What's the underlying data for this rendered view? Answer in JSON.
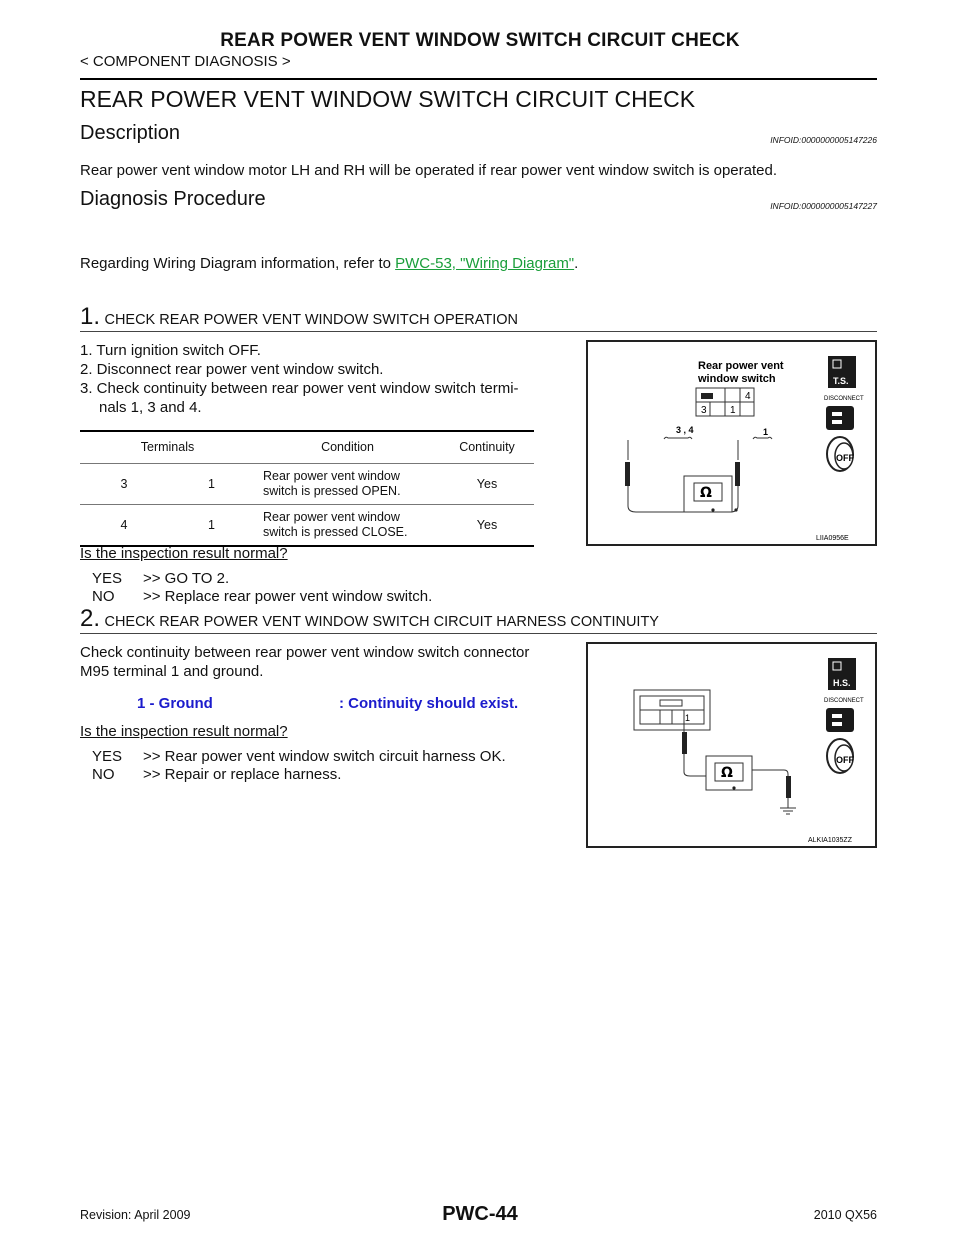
{
  "header": {
    "running_title": "REAR POWER VENT WINDOW SWITCH CIRCUIT CHECK",
    "section": "< COMPONENT DIAGNOSIS >"
  },
  "main_title": "REAR POWER VENT WINDOW SWITCH CIRCUIT CHECK",
  "description": {
    "heading": "Description",
    "infoid": "INFOID:0000000005147226",
    "text": "Rear power vent window motor LH and RH will be operated if rear power vent window switch is operated."
  },
  "diagnosis": {
    "heading": "Diagnosis Procedure",
    "infoid": "INFOID:0000000005147227",
    "ref_prefix": "Regarding Wiring Diagram information, refer to ",
    "ref_link": "PWC-53, \"Wiring Diagram\"",
    "ref_suffix": "."
  },
  "step1": {
    "num": "1.",
    "title": "CHECK REAR POWER VENT WINDOW SWITCH OPERATION",
    "items": [
      "1. Turn ignition switch OFF.",
      "2. Disconnect rear power vent window switch.",
      "3. Check continuity between rear power vent window switch termi-"
    ],
    "item3_cont": "nals 1, 3 and 4.",
    "table": {
      "headers": [
        "Terminals",
        "Condition",
        "Continuity"
      ],
      "rows": [
        {
          "a": "3",
          "b": "1",
          "cond1": "Rear power vent window",
          "cond2": "switch is pressed OPEN.",
          "cont": "Yes"
        },
        {
          "a": "4",
          "b": "1",
          "cond1": "Rear power vent window",
          "cond2": "switch is pressed CLOSE.",
          "cont": "Yes"
        }
      ]
    },
    "question": "Is the inspection result normal?",
    "yes": "YES",
    "yes_text": ">> GO TO 2.",
    "no": "NO",
    "no_text": ">> Replace rear power vent window switch.",
    "figure": {
      "label1": "Rear power vent",
      "label2": "window switch",
      "pin4": "4",
      "pin3": "3",
      "pin1": "1",
      "probe_left": "3 , 4",
      "probe_right": "1",
      "ohm": "Ω",
      "badge": "T.S.",
      "disconnect": "DISCONNECT",
      "off": "OFF",
      "code": "LIIA0956E"
    }
  },
  "step2": {
    "num": "2.",
    "title": "CHECK REAR POWER VENT WINDOW SWITCH CIRCUIT HARNESS CONTINUITY",
    "text1": "Check continuity between rear power vent window switch connector",
    "text2": "M95 terminal 1 and ground.",
    "spec_left": "1 - Ground",
    "spec_right": ": Continuity should exist.",
    "question": "Is the inspection result normal?",
    "yes": "YES",
    "yes_text": ">> Rear power vent window switch circuit harness OK.",
    "no": "NO",
    "no_text": ">> Repair or replace harness.",
    "figure": {
      "pin1": "1",
      "ohm": "Ω",
      "badge": "H.S.",
      "disconnect": "DISCONNECT",
      "off": "OFF",
      "code": "ALKIA1035ZZ"
    }
  },
  "footer": {
    "revision": "Revision: April 2009",
    "page": "PWC-44",
    "model": "2010 QX56"
  }
}
